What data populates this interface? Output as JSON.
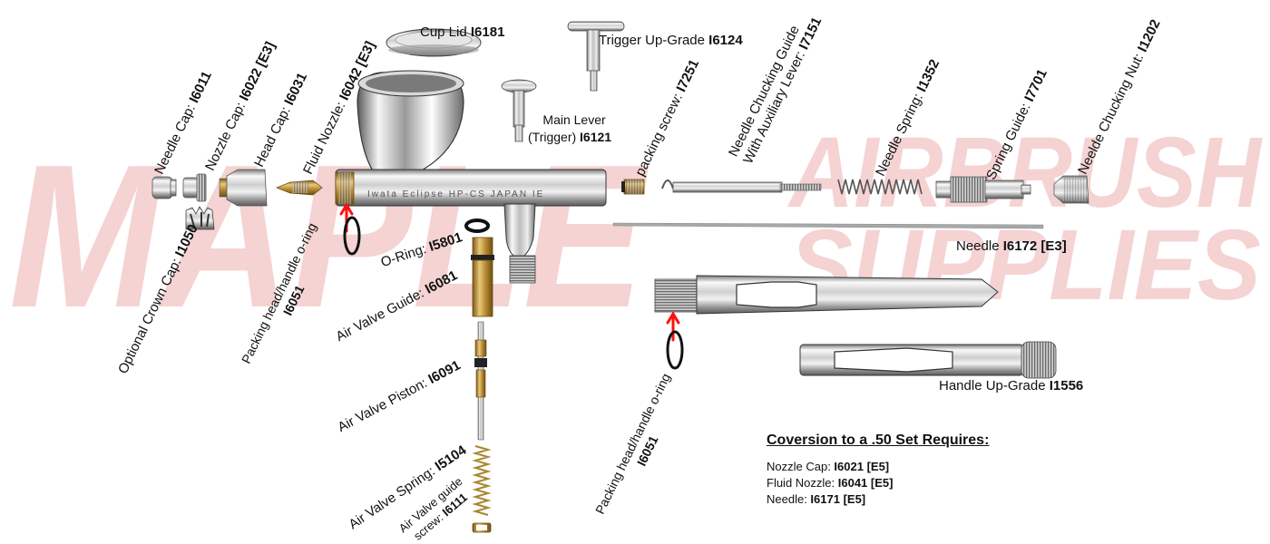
{
  "watermark": {
    "line1": "MAPLE",
    "line2": "AIRBRUSH",
    "line3": "SUPPLIES",
    "color": "#f2c9c9"
  },
  "labels": {
    "needle_cap": {
      "name": "Needle Cap: ",
      "code": "I6011"
    },
    "nozzle_cap": {
      "name": "Nozzle  Cap: ",
      "code": "I6022 [E3]"
    },
    "head_cap": {
      "name": "Head Cap: ",
      "code": "I6031"
    },
    "fluid_nozzle": {
      "name": "Fluid Nozzle: ",
      "code": "I6042 [E3]"
    },
    "cup_lid": {
      "name": "Cup Lid ",
      "code": "I6181"
    },
    "trigger_upgrade": {
      "name": "Trigger Up-Grade ",
      "code": "I6124"
    },
    "main_lever": {
      "line1": "Main Lever",
      "line2": "(Trigger) ",
      "code": "I6121"
    },
    "packing_screw": {
      "name": "packing screw: ",
      "code": "I7251"
    },
    "needle_chucking_guide": {
      "line1": "Needle Chucking Guide",
      "line2": "With Auxiliary Lever: ",
      "code": "I7151"
    },
    "needle_spring": {
      "name": "Needle Spring: ",
      "code": "I1352"
    },
    "spring_guide": {
      "name": "Spring Guide: ",
      "code": "I7701"
    },
    "needle_chucking_nut": {
      "name": "Neelde Chucking  Nut: ",
      "code": "I1202"
    },
    "needle": {
      "name": "Needle ",
      "code": "I6172 [E3]"
    },
    "optional_crown_cap": {
      "name": "Optional Crown Cap: ",
      "code": "I1050"
    },
    "packing_head_left": {
      "name": "Packing head/handle o-ring",
      "code": "I6051"
    },
    "o_ring": {
      "name": "O-Ring: ",
      "code": "I5801"
    },
    "air_valve_guide": {
      "name": "Air Valve Guide: ",
      "code": "I6081"
    },
    "air_valve_piston": {
      "name": "Air Valve Piston: ",
      "code": "I6091"
    },
    "air_valve_spring": {
      "name": "Air Valve Spring: ",
      "code": "I5104"
    },
    "air_valve_guide_screw": {
      "line1": "Air Valve guide",
      "line2": "screw: ",
      "code": "I6111"
    },
    "packing_head_right": {
      "name": "Packing head/handle o-ring",
      "code": "I6051"
    },
    "handle_upgrade": {
      "name": "Handle Up-Grade ",
      "code": "I1556"
    }
  },
  "body_engraving": "Iwata  Eclipse  HP-CS    JAPAN  IE",
  "conversion": {
    "title": "Coversion to a .50  Set Requires:",
    "items": [
      {
        "name": "Nozzle Cap: ",
        "code": "I6021 [E5]"
      },
      {
        "name": "Fluid Nozzle: ",
        "code": "I6041 [E5]"
      },
      {
        "name": "Needle: ",
        "code": "I6171 [E5]"
      }
    ]
  },
  "colors": {
    "arrow": "#ff1010",
    "brass": "#c9a24a",
    "chrome_dark": "#6e6e6e",
    "chrome_light": "#f4f4f4"
  }
}
